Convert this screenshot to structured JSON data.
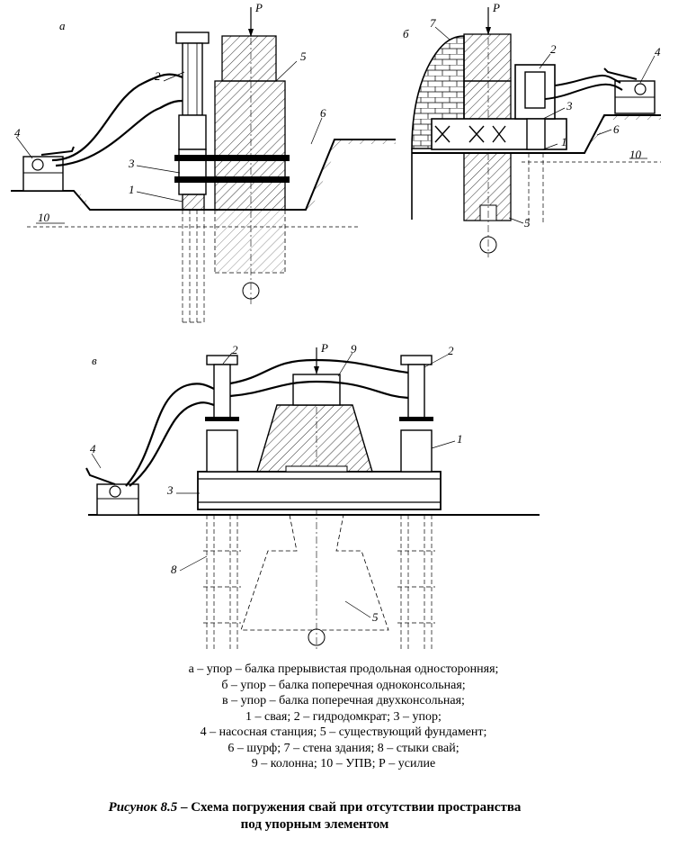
{
  "panels": {
    "a": {
      "letter": "а"
    },
    "b": {
      "letter": "б"
    },
    "v": {
      "letter": "в"
    }
  },
  "markers": {
    "force": "P",
    "n1": "1",
    "n2": "2",
    "n3": "3",
    "n4": "4",
    "n5": "5",
    "n6": "6",
    "n7": "7",
    "n8": "8",
    "n9": "9",
    "n10": "10"
  },
  "legend": [
    "а – упор – балка прерывистая продольная односторонняя;",
    "б – упор – балка поперечная одноконсольная;",
    "в – упор – балка поперечная двухконсольная;",
    "1 – свая; 2 – гидродомкрат; 3 – упор;",
    "4 – насосная станция; 5 – существующий фундамент;",
    "6 – шурф; 7 – стена здания; 8 – стыки свай;",
    "9 – колонна; 10 – УПВ; Р – усилие"
  ],
  "caption": {
    "label": "Рисунок 8.5",
    "line1": " – Схема погружения свай при отсутствии пространства",
    "line2": "под упорным элементом"
  }
}
